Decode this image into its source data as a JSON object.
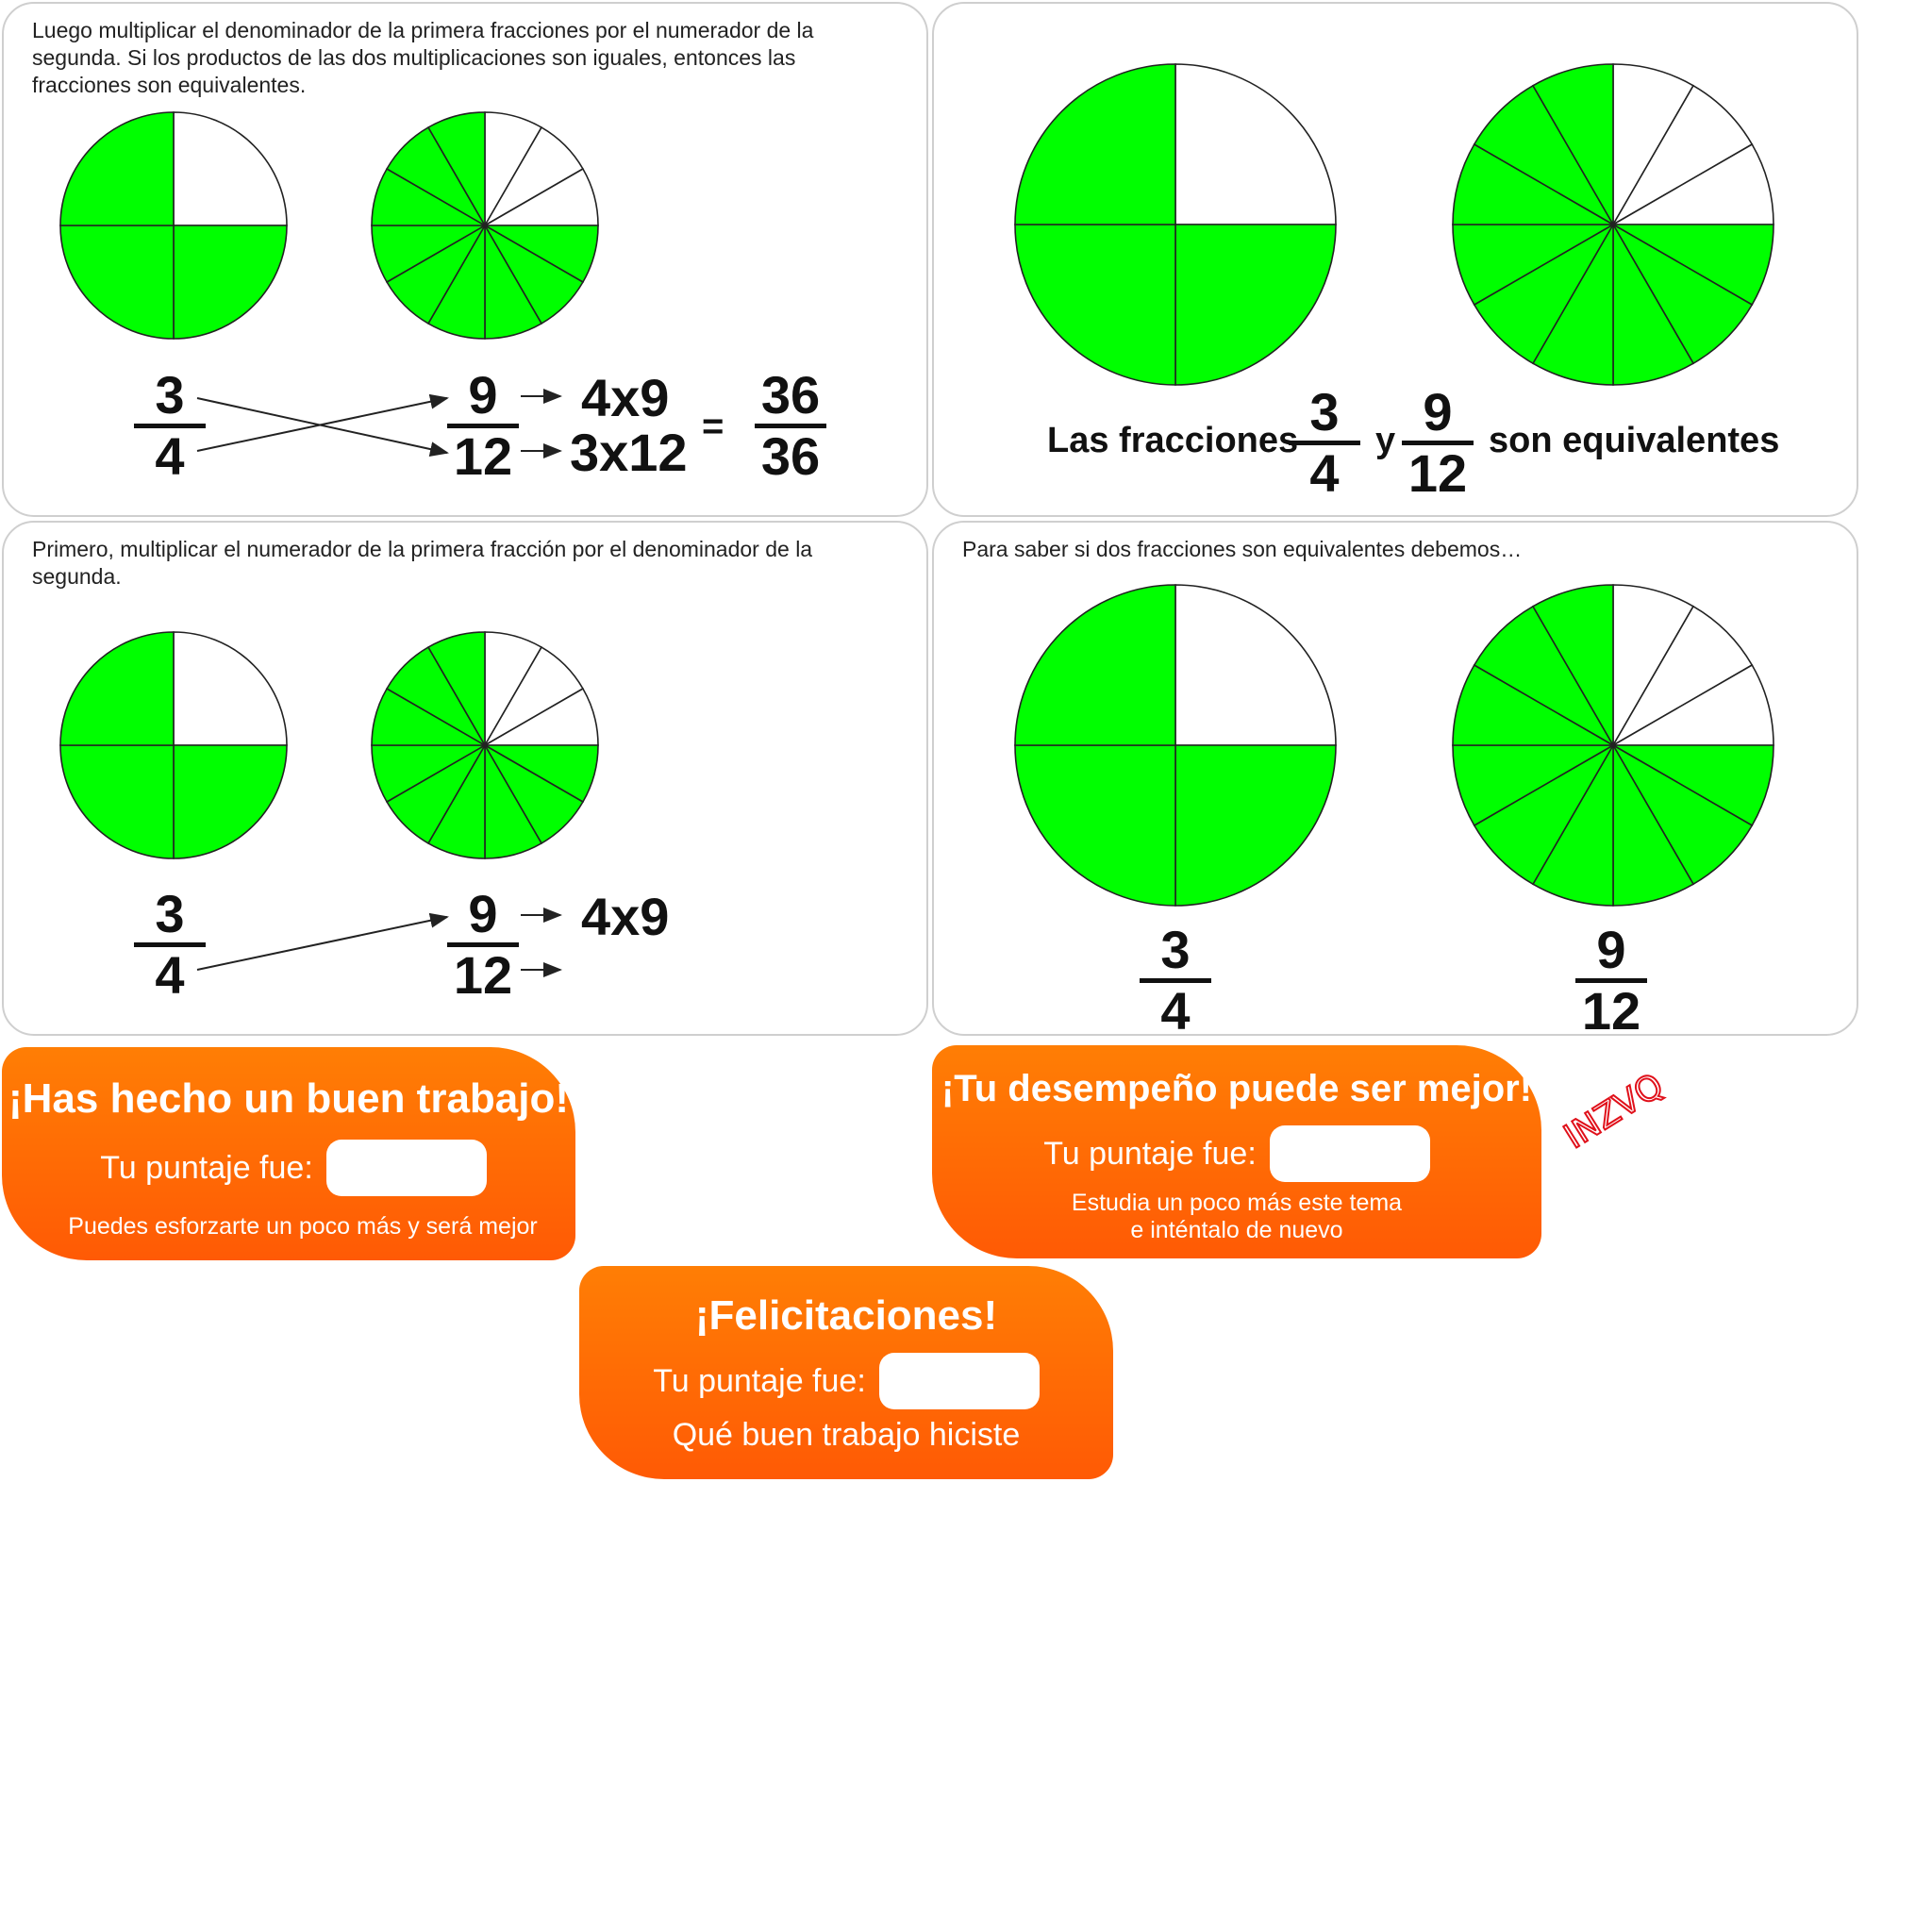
{
  "panels": {
    "top_left": {
      "text": "Luego multiplicar el denominador de la primera fracciones por el numerador de la segunda. Si los productos de las dos multiplicaciones son iguales, entonces las fracciones son equivalentes.",
      "frac_a": {
        "num": "3",
        "den": "4"
      },
      "frac_b": {
        "num": "9",
        "den": "12"
      },
      "product_top": "4x9",
      "product_bottom": "3x12",
      "equals": "=",
      "result": {
        "num": "36",
        "den": "36"
      }
    },
    "top_right": {
      "sentence_start": "Las fracciones",
      "frac_a": {
        "num": "3",
        "den": "4"
      },
      "conjunction": "y",
      "frac_b": {
        "num": "9",
        "den": "12"
      },
      "sentence_end": "son equivalentes"
    },
    "bottom_left": {
      "text": "Primero, multiplicar el numerador de la primera fracción por el denominador de la segunda.",
      "frac_a": {
        "num": "3",
        "den": "4"
      },
      "frac_b": {
        "num": "9",
        "den": "12"
      },
      "product_top": "4x9"
    },
    "bottom_right": {
      "text": "Para saber si dos fracciones son equivalentes debemos…",
      "frac_a": {
        "num": "3",
        "den": "4"
      },
      "frac_b": {
        "num": "9",
        "den": "12"
      }
    }
  },
  "pies": {
    "quarters": {
      "parts": 4,
      "shaded": 3
    },
    "twelfths": {
      "parts": 12,
      "shaded": 9
    },
    "fill_color": "#00ff00",
    "stroke_color": "#222222"
  },
  "badges": {
    "good_job": {
      "title": "¡Has hecho un buen trabajo!",
      "score_label": "Tu puntaje fue:",
      "message": "Puedes esforzarte un poco más y será mejor"
    },
    "improve": {
      "title": "¡Tu desempeño puede ser mejor!",
      "score_label": "Tu puntaje fue:",
      "message_line1": "Estudia un poco más este tema",
      "message_line2": "e inténtalo de nuevo"
    },
    "congrats": {
      "title": "¡Felicitaciones!",
      "score_label": "Tu puntaje fue:",
      "message": "Qué buen trabajo hiciste"
    },
    "gradient_top": "#ff7e05",
    "gradient_bottom": "#ff5a05"
  },
  "scribble": {
    "text": "INZVQ",
    "color": "#e0101a"
  }
}
